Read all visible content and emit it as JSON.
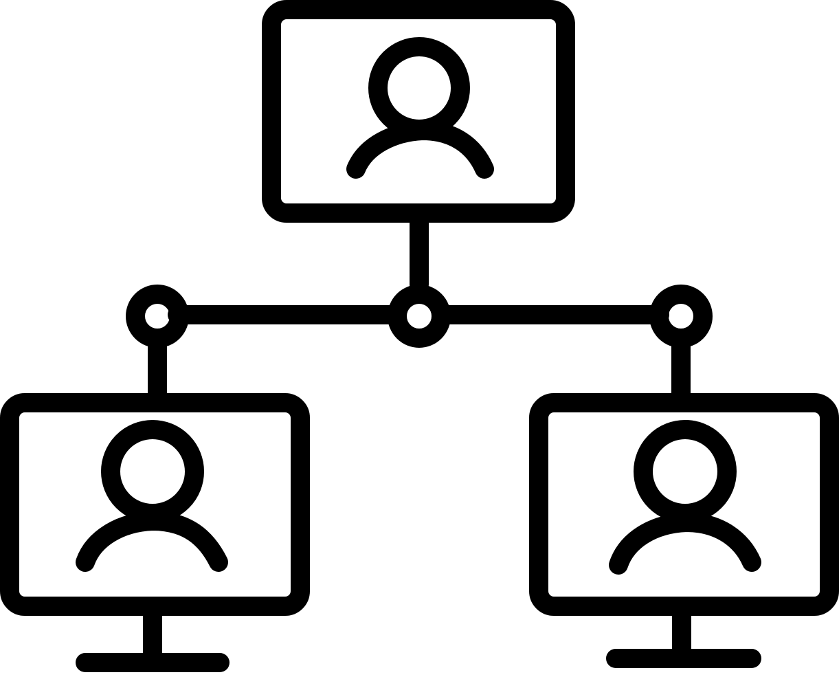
{
  "diagram": {
    "type": "network-hierarchy-icon",
    "colors": {
      "stroke": "#000000",
      "background": "#ffffff"
    },
    "nodes": [
      {
        "id": "top-monitor",
        "icon": "user-icon",
        "has_stand": false
      },
      {
        "id": "left-monitor",
        "icon": "user-icon",
        "has_stand": true
      },
      {
        "id": "right-monitor",
        "icon": "user-icon",
        "has_stand": true
      }
    ],
    "junctions": [
      {
        "id": "center-node"
      },
      {
        "id": "left-node"
      },
      {
        "id": "right-node"
      }
    ]
  }
}
